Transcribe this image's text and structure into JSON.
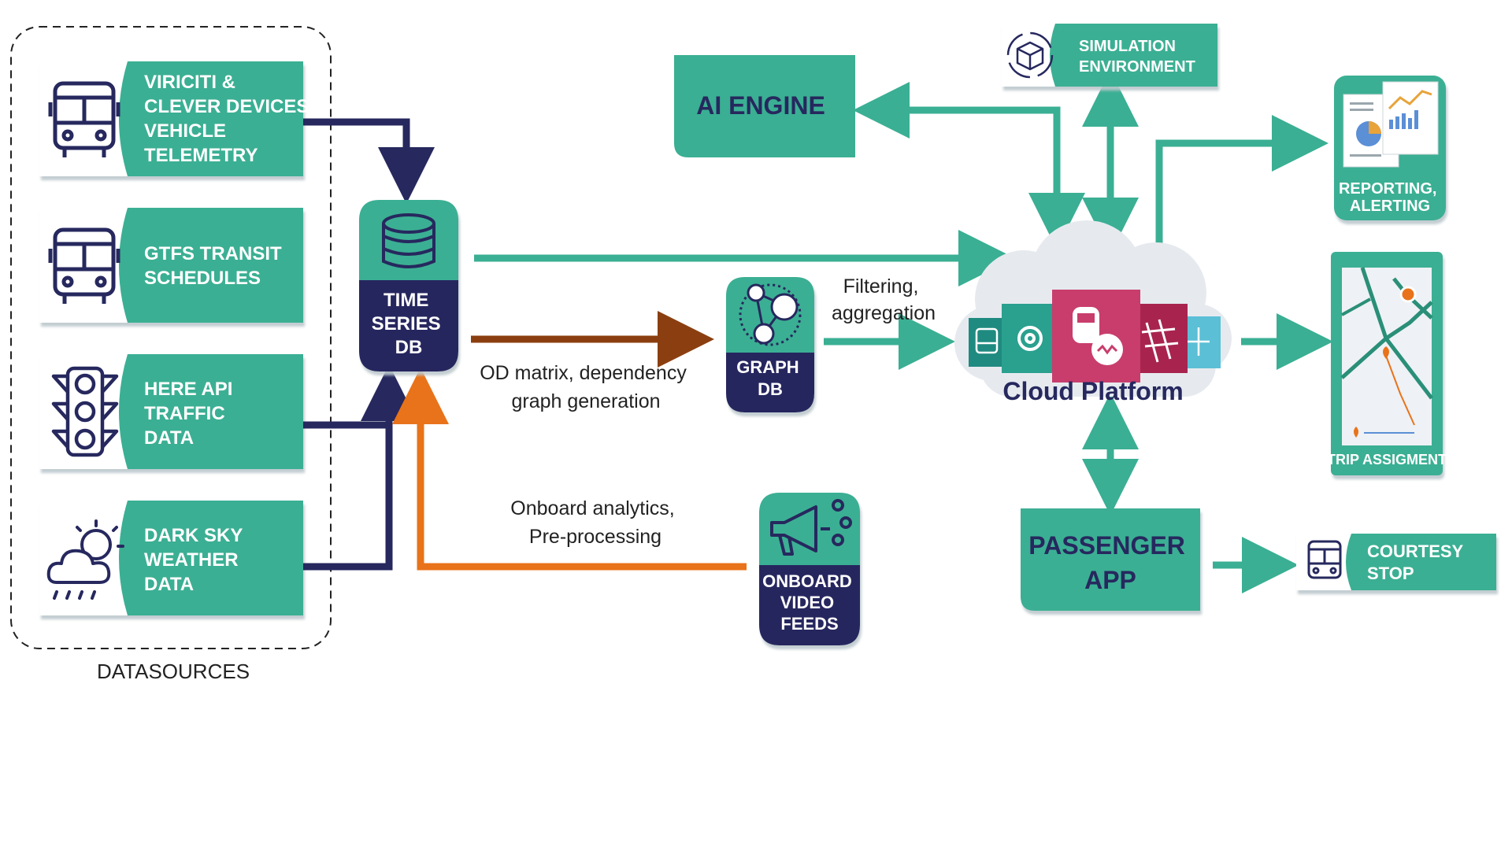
{
  "colors": {
    "teal": "#3aaf93",
    "teal_dark": "#2a8f78",
    "navy": "#26285e",
    "brown": "#8b3f10",
    "orange": "#e8731a",
    "magenta": "#c83d6c",
    "light_blue": "#5bbfd6"
  },
  "datasources": {
    "label": "DATASOURCES",
    "items": [
      {
        "lines": [
          "VIRICITI &",
          "CLEVER DEVICES",
          "VEHICLE",
          "TELEMETRY"
        ],
        "icon": "bus-icon"
      },
      {
        "lines": [
          "GTFS TRANSIT",
          "SCHEDULES"
        ],
        "icon": "bus-icon"
      },
      {
        "lines": [
          "HERE API",
          "TRAFFIC",
          "DATA"
        ],
        "icon": "traffic-light-icon"
      },
      {
        "lines": [
          "DARK SKY",
          "WEATHER",
          "DATA"
        ],
        "icon": "weather-icon"
      }
    ]
  },
  "nodes": {
    "time_series_db": {
      "lines": [
        "TIME",
        "SERIES",
        "DB"
      ],
      "icon": "database-icon"
    },
    "graph_db": {
      "lines": [
        "GRAPH",
        "DB"
      ],
      "icon": "graph-icon"
    },
    "onboard_video": {
      "lines": [
        "ONBOARD",
        "VIDEO",
        "FEEDS"
      ],
      "icon": "megaphone-icon"
    },
    "ai_engine": {
      "label": "AI ENGINE"
    },
    "simulation": {
      "lines": [
        "SIMULATION",
        "ENVIRONMENT"
      ],
      "icon": "cube-icon"
    },
    "cloud_platform": {
      "label": "Cloud Platform",
      "icon": "cloud-icon"
    },
    "reporting": {
      "lines": [
        "REPORTING,",
        "ALERTING"
      ],
      "icon": "report-icon"
    },
    "trip": {
      "label": "TRIP ASSIGMENT",
      "icon": "map-icon"
    },
    "passenger_app": {
      "lines": [
        "PASSENGER",
        "APP"
      ]
    },
    "courtesy_stop": {
      "lines": [
        "COURTESY",
        "STOP"
      ],
      "icon": "bus-icon"
    }
  },
  "edge_labels": {
    "od_matrix": [
      "OD matrix, dependency",
      "graph generation"
    ],
    "filtering": [
      "Filtering,",
      "aggregation"
    ],
    "onboard": [
      "Onboard analytics,",
      "Pre-processing"
    ]
  }
}
